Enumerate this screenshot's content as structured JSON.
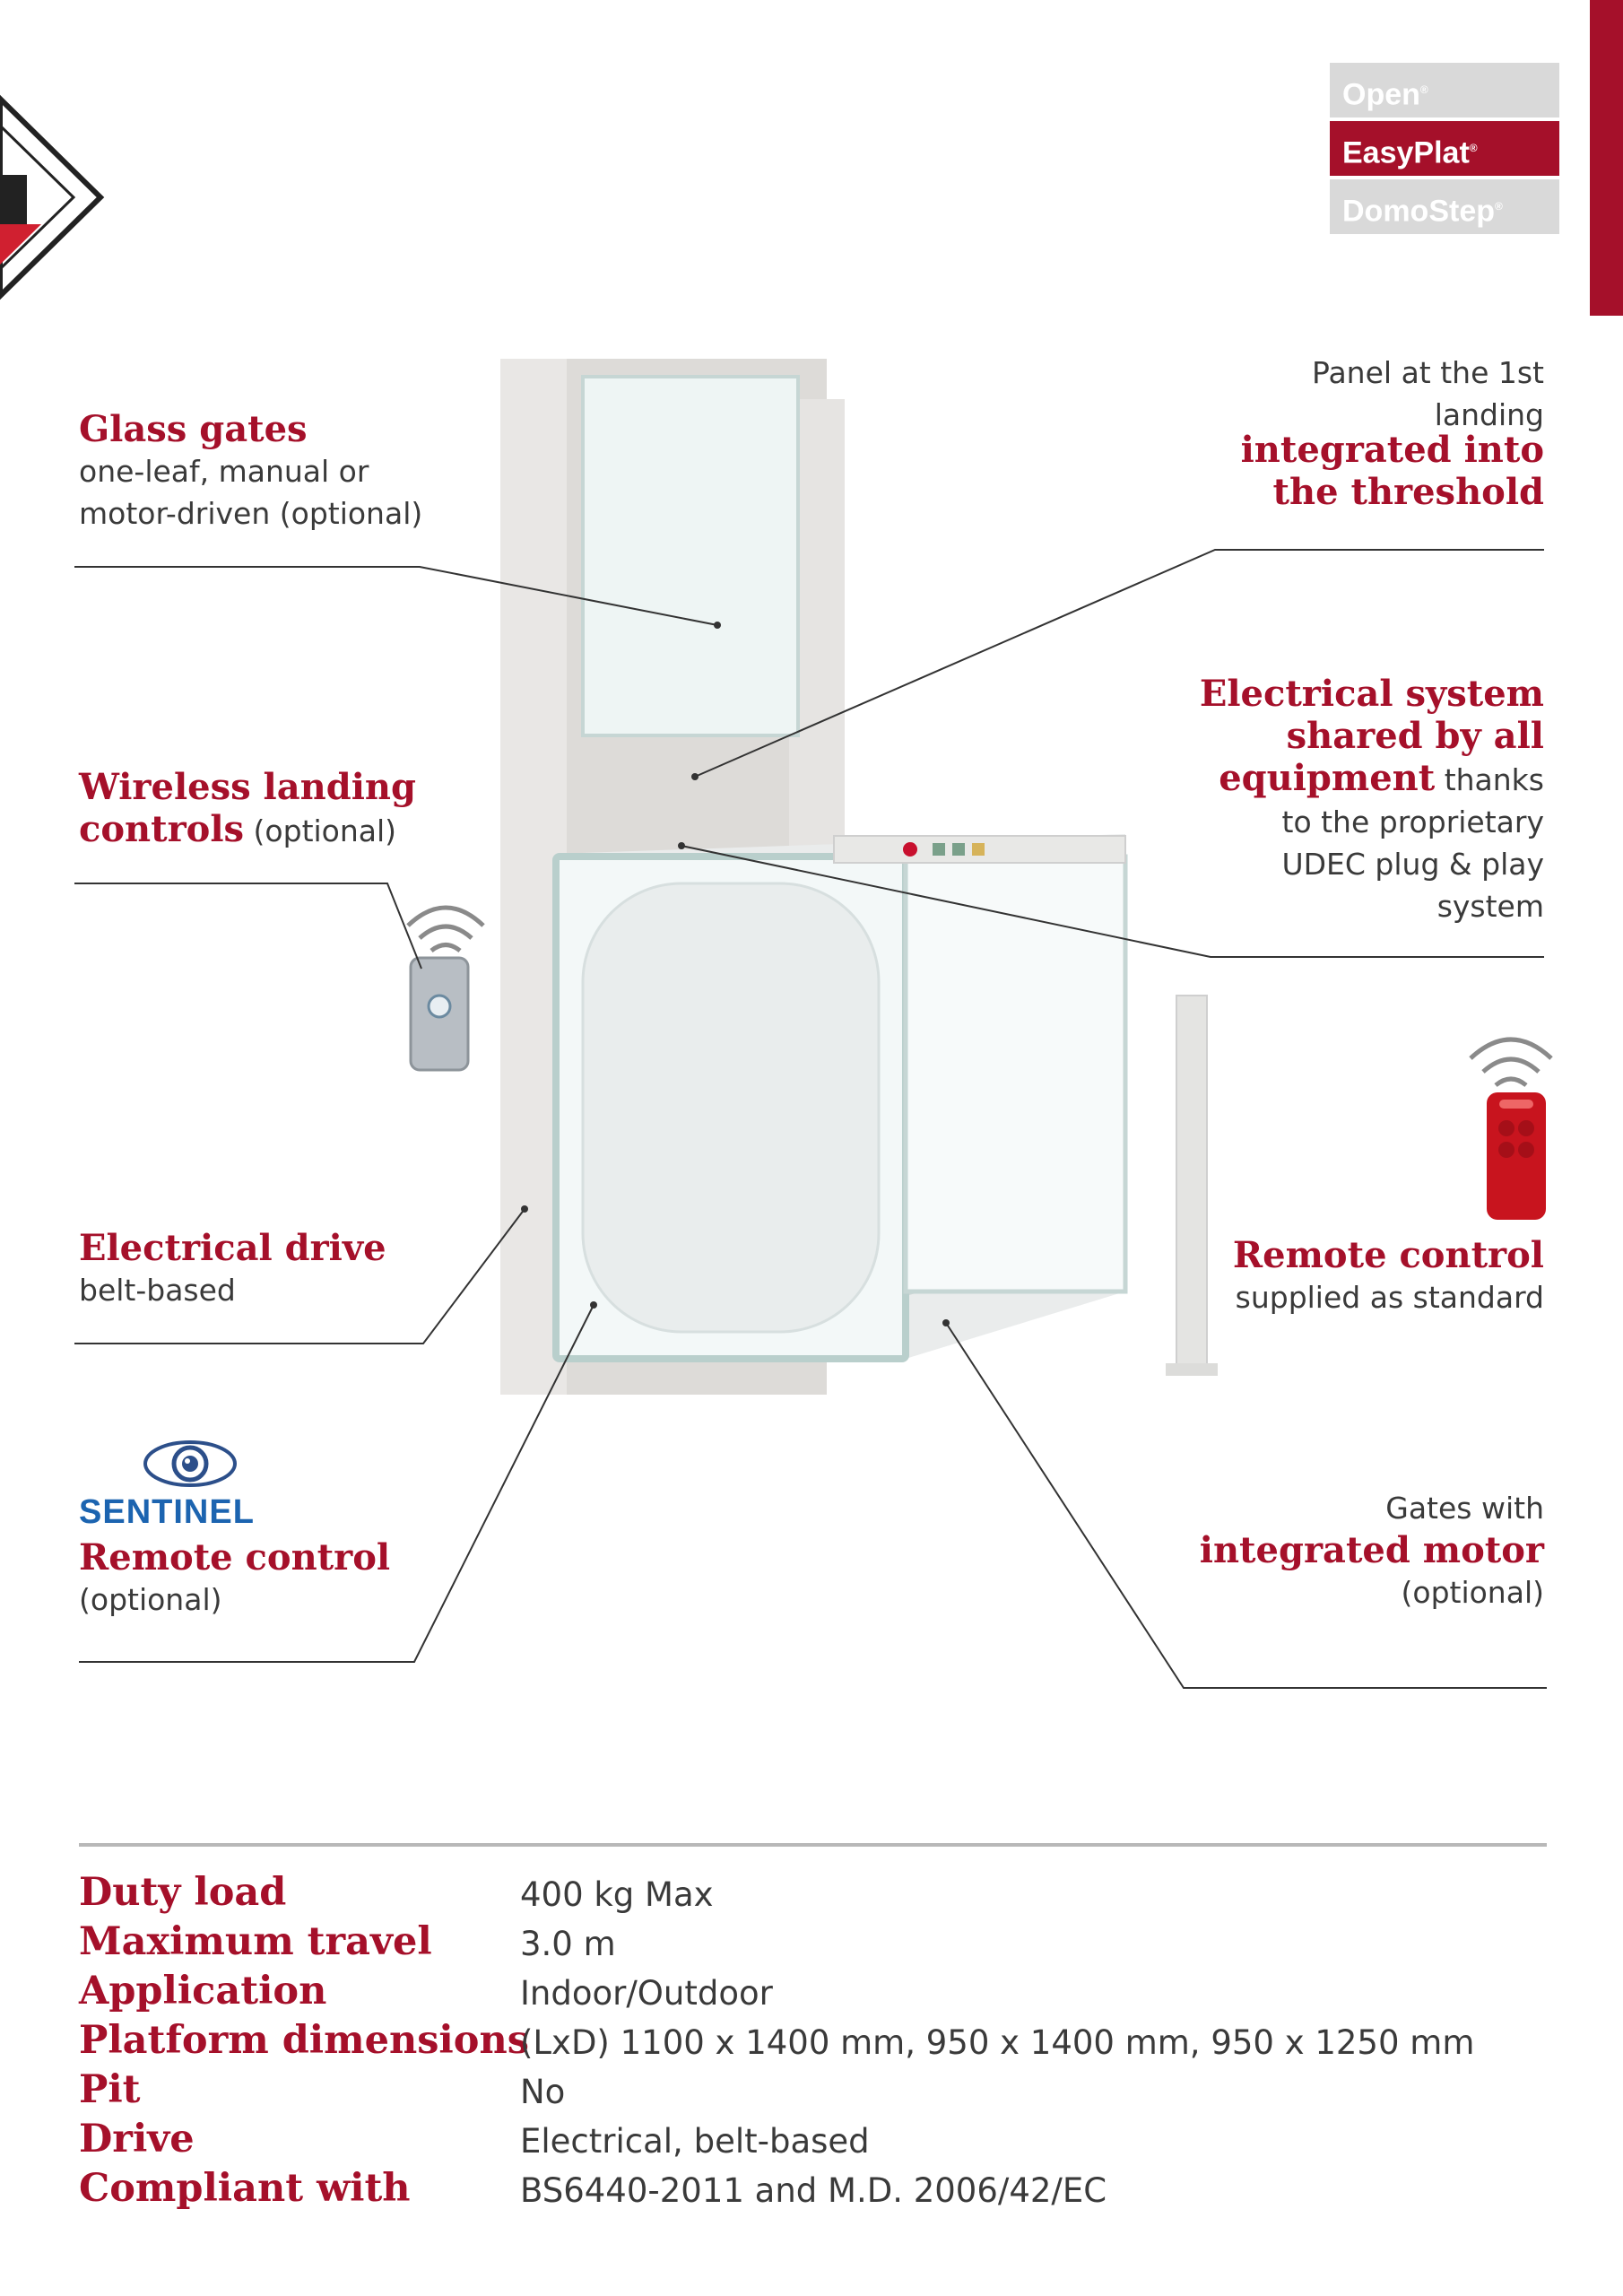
{
  "tabs": [
    {
      "label": "Open",
      "mark": "®",
      "active": false
    },
    {
      "label": "EasyPlat",
      "mark": "®",
      "active": true
    },
    {
      "label": "DomoStep",
      "mark": "®",
      "active": false
    }
  ],
  "labels": {
    "glass_gates": {
      "title": "Glass gates",
      "lines": [
        "one-leaf, manual or",
        "motor-driven (optional)"
      ]
    },
    "wireless": {
      "title_1": "Wireless landing",
      "title_2": "controls",
      "suffix": " (optional)"
    },
    "electrical_drive": {
      "title": "Electrical drive",
      "sub": "belt-based"
    },
    "sentinel": {
      "brand": "SENTINEL",
      "title": "Remote control",
      "sub": "(optional)"
    },
    "panel": {
      "pre_1": "Panel at the 1st",
      "pre_2": "landing",
      "title_1": "integrated into",
      "title_2": "the threshold"
    },
    "electrical_system": {
      "title_1": "Electrical system",
      "title_2": "shared by all",
      "title_3": "equipment",
      "rest_1": " thanks",
      "rest_2": "to the proprietary",
      "rest_3": "UDEC plug & play",
      "rest_4": "system"
    },
    "remote_control": {
      "title": "Remote control",
      "sub": "supplied as standard"
    },
    "gates_motor": {
      "pre": "Gates with",
      "title": "integrated motor",
      "sub": "(optional)"
    }
  },
  "specs": [
    {
      "key": "Duty load",
      "value": "400 kg Max"
    },
    {
      "key": "Maximum travel",
      "value": "3.0 m"
    },
    {
      "key": "Application",
      "value": "Indoor/Outdoor"
    },
    {
      "key": "Platform dimensions",
      "value": "(LxD) 1100 x 1400 mm, 950 x 1400 mm, 950 x 1250 mm"
    },
    {
      "key": "Pit",
      "value": "No"
    },
    {
      "key": "Drive",
      "value": "Electrical, belt-based"
    },
    {
      "key": "Compliant with",
      "value": "BS6440-2011 and M.D. 2006/42/EC"
    }
  ],
  "colors": {
    "brand_red": "#a5102a",
    "tab_grey": "#d9d9d9",
    "rule_grey": "#b8b8b8"
  }
}
